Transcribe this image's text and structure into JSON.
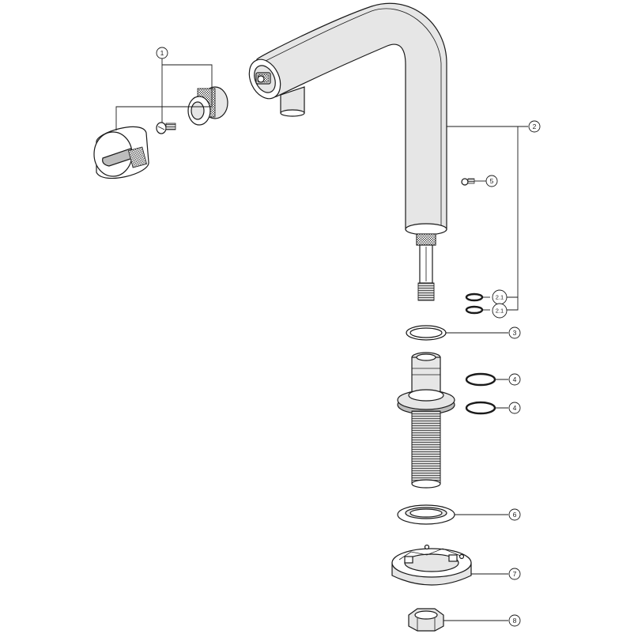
{
  "callouts": [
    {
      "id": "c1",
      "label": "1"
    },
    {
      "id": "c2",
      "label": "2"
    },
    {
      "id": "c5",
      "label": "5"
    },
    {
      "id": "c21a",
      "label": "2.1"
    },
    {
      "id": "c21b",
      "label": "2.1"
    },
    {
      "id": "c3",
      "label": "3"
    },
    {
      "id": "c4a",
      "label": "4"
    },
    {
      "id": "c4b",
      "label": "4"
    },
    {
      "id": "c6",
      "label": "6"
    },
    {
      "id": "c7",
      "label": "7"
    },
    {
      "id": "c8",
      "label": "8"
    }
  ]
}
